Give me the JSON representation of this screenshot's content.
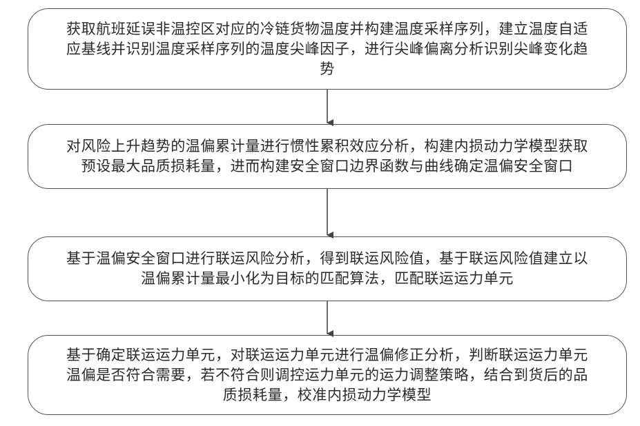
{
  "steps": [
    {
      "text": "获取航班延误非温控区对应的冷链货物温度并构建温度采样序列，建立温度自适应基线并识别温度采样序列的温度尖峰因子，进行尖峰偏离分析识别尖峰变化趋势"
    },
    {
      "text": "对风险上升趋势的温偏累计量进行惯性累积效应分析，构建内损动力学模型获取预设最大品质损耗量，进而构建安全窗口边界函数与曲线确定温偏安全窗口"
    },
    {
      "text": "基于温偏安全窗口进行联运风险分析，得到联运风险值，基于联运风险值建立以温偏累计量最小化为目标的匹配算法，匹配联运运力单元"
    },
    {
      "text": "基于确定联运运力单元，对联运运力单元进行温偏修正分析，判断联运运力单元温偏是否符合需要，若不符合则调控运力单元的运力调整策略，结合到货后的品质损耗量，校准内损动力学模型"
    }
  ],
  "colors": {
    "border": "#555555",
    "arrow": "#444444",
    "text": "#2a2a2a",
    "background": "#ffffff"
  }
}
